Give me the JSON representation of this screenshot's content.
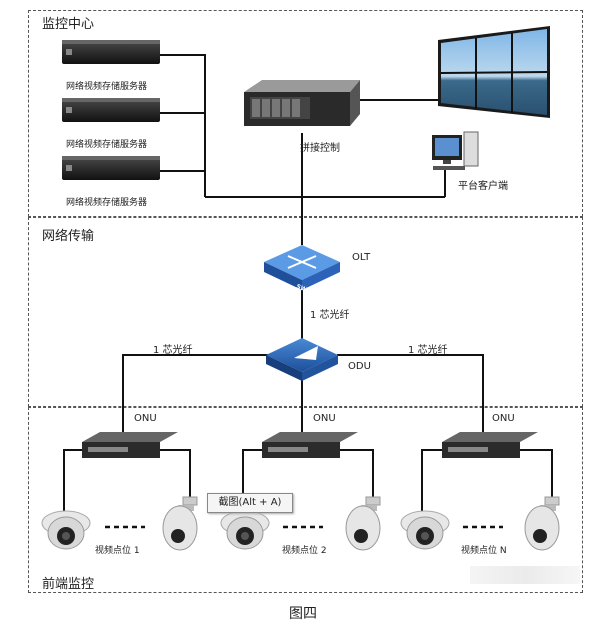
{
  "zones": {
    "monitor_center": "监控中心",
    "network": "网络传输",
    "frontend": "前端监控"
  },
  "servers": [
    "网络视频存储服务器",
    "网络视频存储服务器",
    "网络视频存储服务器"
  ],
  "splice_control": "拼接控制",
  "platform_client": "平台客户端",
  "olt": "OLT",
  "fiber_top": "1 芯光纤",
  "fiber_left": "1 芯光纤",
  "fiber_right": "1 芯光纤",
  "odu": "ODU",
  "onu": [
    "ONU",
    "ONU",
    "ONU"
  ],
  "video_points": [
    "视频点位 1",
    "视频点位 2",
    "视频点位 N"
  ],
  "tooltip": "截图(Alt + A)",
  "caption": "图四",
  "switch_text": "SWITCH"
}
